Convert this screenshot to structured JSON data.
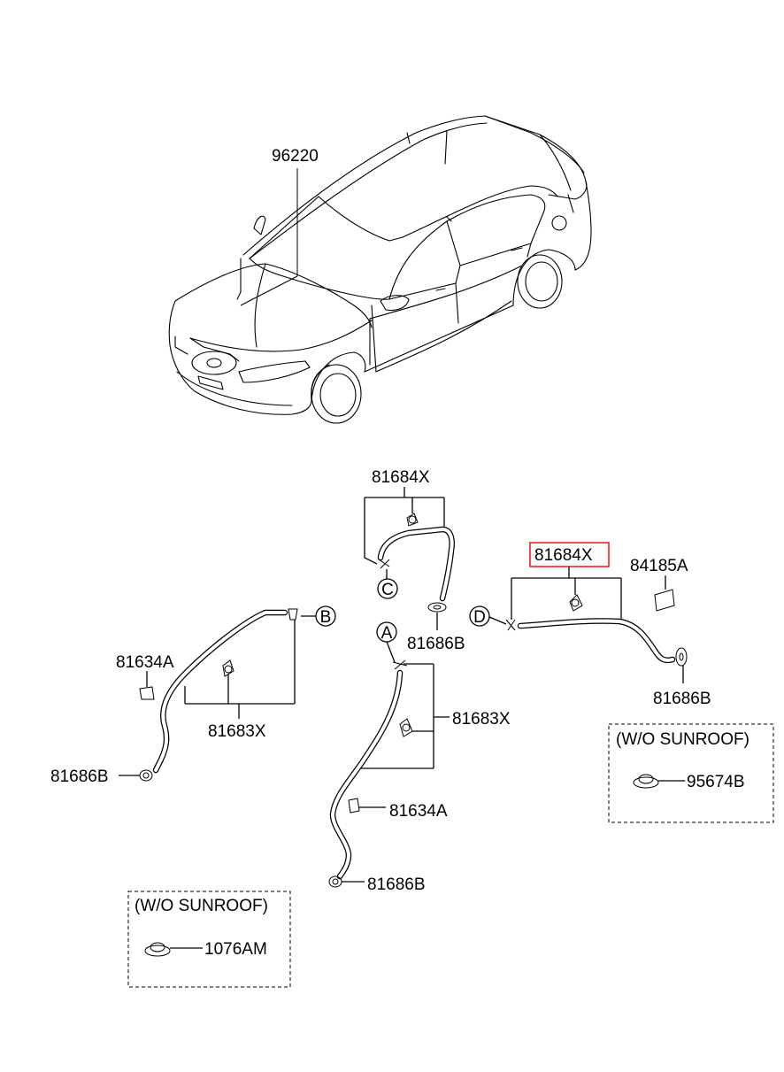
{
  "labels": {
    "p96220": "96220",
    "p81684x_top": "81684X",
    "p81684x_right": "81684X",
    "p84185a": "84185A",
    "p81686b_top": "81686B",
    "p81686b_right": "81686B",
    "p81686b_left": "81686B",
    "p81686b_bottom": "81686B",
    "p81634a_left": "81634A",
    "p81634a_mid": "81634A",
    "p81683x_left": "81683X",
    "p81683x_mid": "81683X",
    "p95674b": "95674B",
    "p1076am": "1076AM"
  },
  "callouts": {
    "a": "A",
    "b": "B",
    "c": "C",
    "d": "D"
  },
  "boxes": {
    "right_title": "(W/O SUNROOF)",
    "left_title": "(W/O SUNROOF)"
  },
  "highlight_color": "#e8141c"
}
